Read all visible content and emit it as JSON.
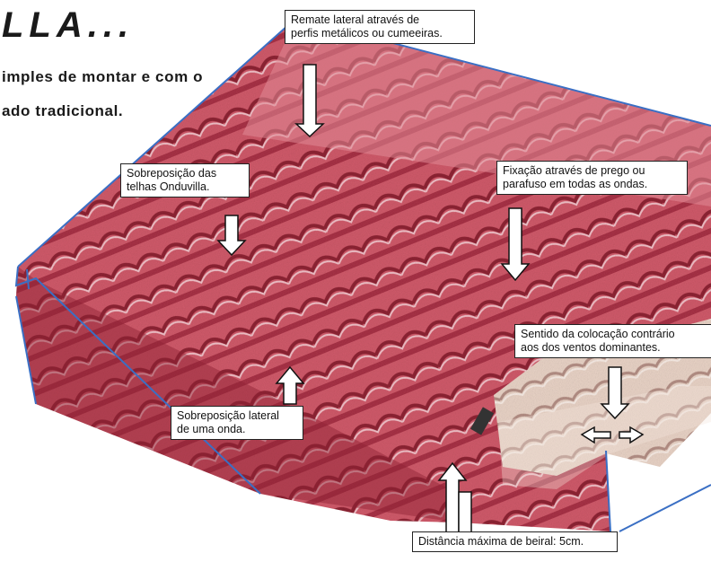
{
  "header": {
    "title": "LLA...",
    "subtitle_line1": "imples de montar e com o",
    "subtitle_line2": "ado tradicional."
  },
  "callouts": {
    "remate": {
      "line1": "Remate lateral através de",
      "line2": "perfis metálicos ou cumeeiras."
    },
    "sobreposicao": {
      "line1": "Sobreposição das",
      "line2": "telhas Onduvilla."
    },
    "fixacao": {
      "line1": "Fixação através de prego ou",
      "line2": "parafuso em todas as ondas."
    },
    "sentido": {
      "line1": "Sentido da colocação contrário",
      "line2": "aos dos ventos dominantes."
    },
    "lateral": {
      "line1": "Sobreposição lateral",
      "line2": "de uma onda."
    },
    "distancia": {
      "line1": "Distância máxima de beiral: 5cm."
    }
  },
  "colors": {
    "roof_red": "#c8485a",
    "roof_light": "#e7a7b0",
    "roof_shadow": "#8e2233",
    "unlaid_sheet": "#e6cfc2",
    "edge_blue": "#3a6fc4"
  }
}
